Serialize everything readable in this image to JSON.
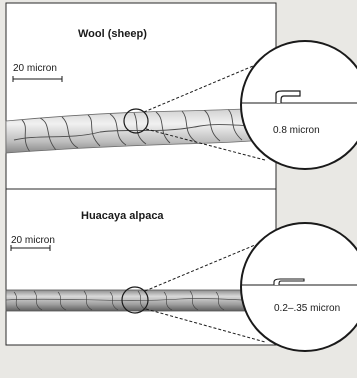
{
  "figure": {
    "panels": [
      {
        "title": "Wool (sheep)",
        "scale_label": "20 micron",
        "scale_thickness": "0.8 micron"
      },
      {
        "title": "Huacaya alpaca",
        "scale_label": "20 micron",
        "scale_thickness": "0.2–.35 micron"
      }
    ]
  }
}
